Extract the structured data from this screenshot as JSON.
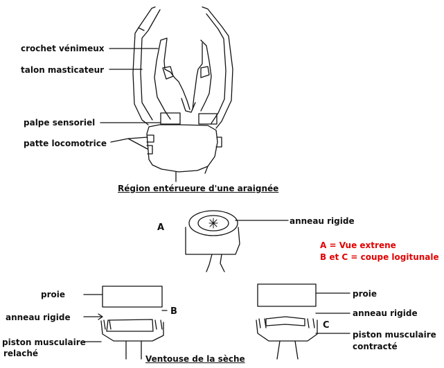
{
  "spider": {
    "labels": {
      "crochet": "crochet vénimeux",
      "talon": "talon masticateur",
      "palpe": "palpe sensoriel",
      "patte": "patte locomotrice"
    },
    "caption": "Région entérueure d'une araignée"
  },
  "sucker": {
    "letter_a": "A",
    "letter_b": "B",
    "letter_c": "C",
    "anneau_top": "anneau rigide",
    "legend_a": "A = Vue extrene",
    "legend_bc": "B et C = coupe logitunale",
    "left": {
      "proie": "proie",
      "anneau": "anneau rigide",
      "piston_1": "piston musculaire",
      "piston_2": "relaché"
    },
    "right": {
      "proie": "proie",
      "anneau": "anneau rigide",
      "piston_1": "piston musculaire",
      "piston_2": "contracté"
    },
    "caption": "Ventouse de la sèche"
  },
  "colors": {
    "legend": "#e00000",
    "ink": "#111111"
  }
}
